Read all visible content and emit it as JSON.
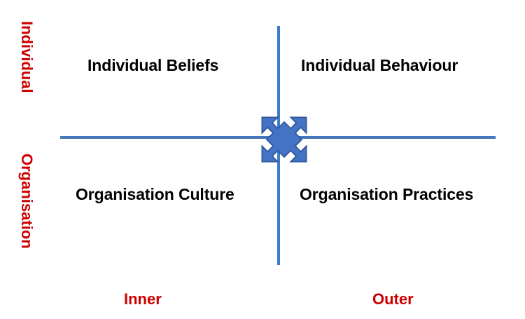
{
  "diagram": {
    "title": "Individual / Organisation by Inner / Outer quadrant matrix",
    "colors": {
      "axis_blue": "#4477BB",
      "label_red": "#CC0000",
      "quadrant_text": "#000000",
      "icon_fill": "#4472C4",
      "icon_stroke": "#2F5597",
      "background": "#FFFFFF"
    },
    "quadrants": {
      "top_left": "Individual Beliefs",
      "top_right": "Individual Behaviour",
      "bottom_left": "Organisation Culture",
      "bottom_right": "Organisation Practices"
    },
    "vertical_axis": {
      "upper": "Individual",
      "lower": "Organisation"
    },
    "horizontal_axis": {
      "left": "Inner",
      "right": "Outer"
    },
    "center_icon": "four-way-diagonal-arrows-icon"
  }
}
